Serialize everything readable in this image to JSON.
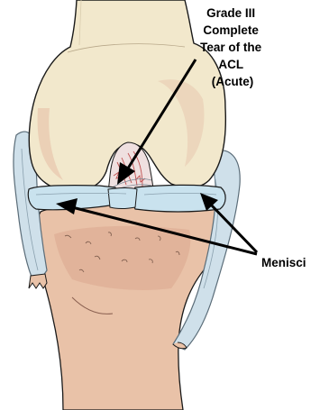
{
  "labels": {
    "acl_lines": [
      "Grade III",
      "Complete",
      "Tear of the",
      "ACL",
      "(Acute)"
    ],
    "menisci": "Menisci"
  },
  "colors": {
    "femur": "#f2e8cc",
    "femur_shadow": "#e8c9b0",
    "tibia": "#e9c2a8",
    "tibia_dark": "#d9a98e",
    "meniscus": "#c9e2ee",
    "ligament": "#cfe0ea",
    "ligament_edge": "#5a6c78",
    "acl_fiber": "#c05050",
    "outline": "#1a1a1a"
  }
}
